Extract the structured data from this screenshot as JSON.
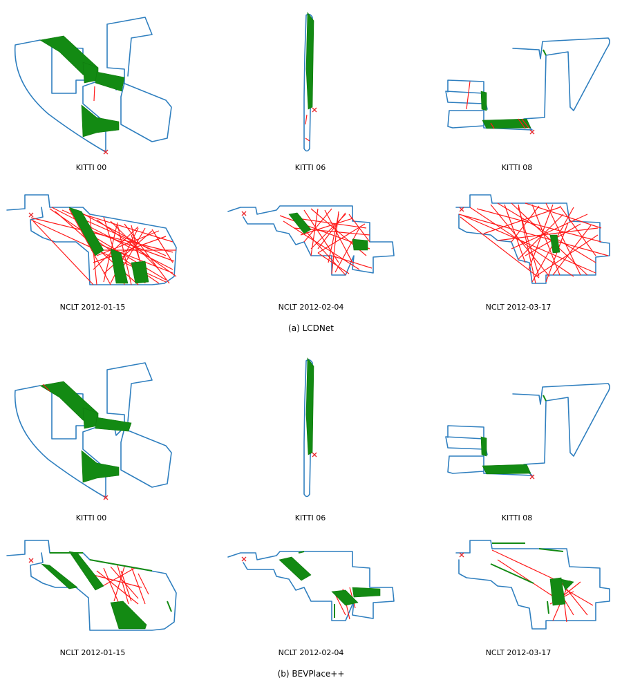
{
  "figure": {
    "sections": [
      {
        "caption": "(a) LCDNet",
        "panels": [
          {
            "label": "KITTI 00"
          },
          {
            "label": "KITTI 06"
          },
          {
            "label": "KITTI 08"
          },
          {
            "label": "NCLT 2012-01-15"
          },
          {
            "label": "NCLT 2012-02-04"
          },
          {
            "label": "NCLT 2012-03-17"
          }
        ]
      },
      {
        "caption": "(b) BEVPlace++",
        "panels": [
          {
            "label": "KITTI 00"
          },
          {
            "label": "KITTI 06"
          },
          {
            "label": "KITTI 08"
          },
          {
            "label": "NCLT 2012-01-15"
          },
          {
            "label": "NCLT 2012-02-04"
          },
          {
            "label": "NCLT 2012-03-17"
          }
        ]
      }
    ],
    "colors": {
      "trajectory": "#2f7fbf",
      "true_positive": "#138a13",
      "false_positive": "#ff1a1a",
      "start_marker": "#e8262b"
    }
  }
}
